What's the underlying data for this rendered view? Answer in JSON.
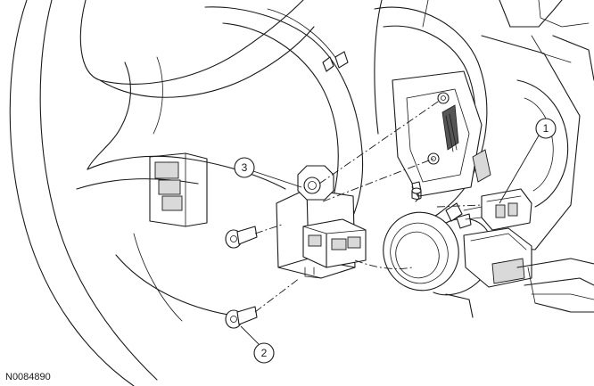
{
  "figure_id": "N0084890",
  "callouts": {
    "c1": "1",
    "c2": "2",
    "c3": "3"
  },
  "colors": {
    "line": "#1a1a1a",
    "shade": "#d9d9d9",
    "background": "#ffffff"
  }
}
